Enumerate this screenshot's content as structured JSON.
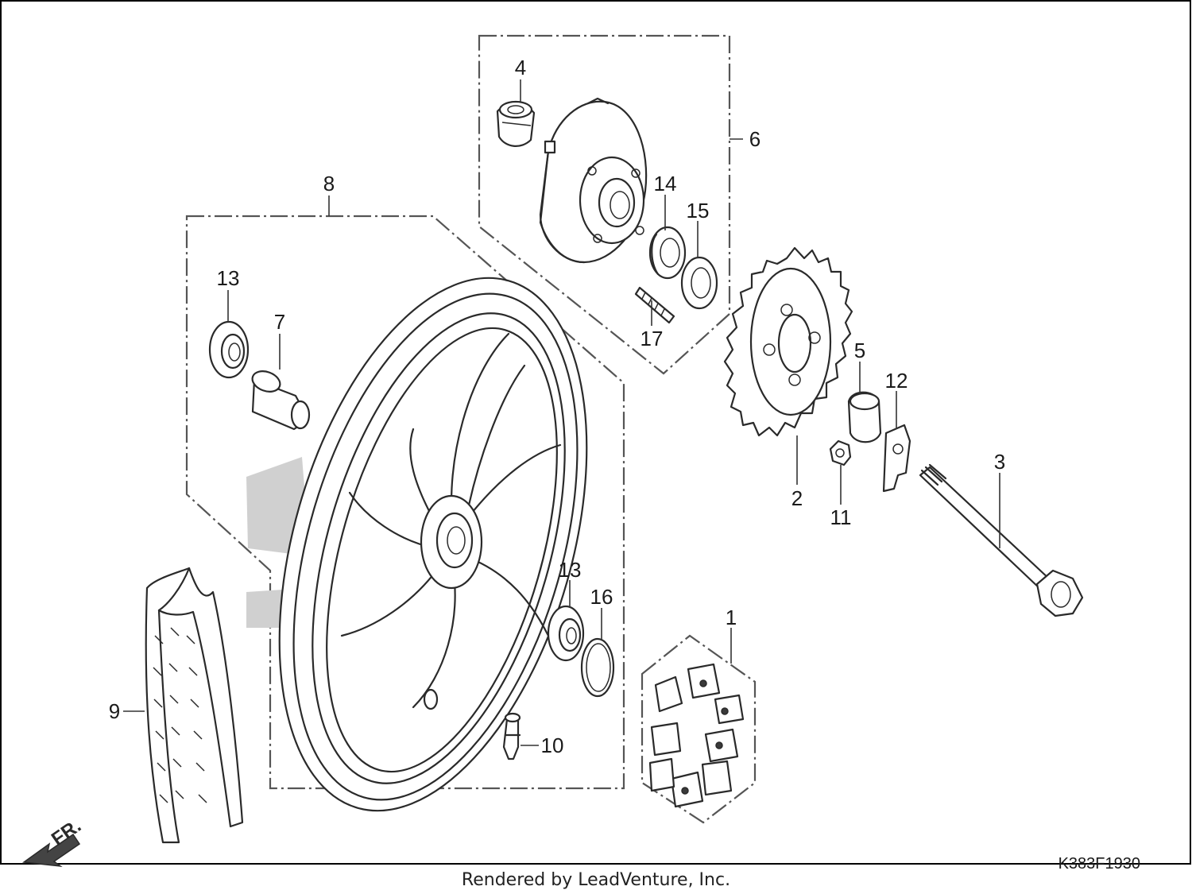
{
  "callouts": [
    {
      "id": "1",
      "label": "1"
    },
    {
      "id": "2",
      "label": "2"
    },
    {
      "id": "3",
      "label": "3"
    },
    {
      "id": "4",
      "label": "4"
    },
    {
      "id": "5",
      "label": "5"
    },
    {
      "id": "6",
      "label": "6"
    },
    {
      "id": "7",
      "label": "7"
    },
    {
      "id": "8",
      "label": "8"
    },
    {
      "id": "9",
      "label": "9"
    },
    {
      "id": "10",
      "label": "10"
    },
    {
      "id": "11",
      "label": "11"
    },
    {
      "id": "12",
      "label": "12"
    },
    {
      "id": "13a",
      "label": "13"
    },
    {
      "id": "13b",
      "label": "13"
    },
    {
      "id": "14",
      "label": "14"
    },
    {
      "id": "15",
      "label": "15"
    },
    {
      "id": "16",
      "label": "16"
    },
    {
      "id": "17",
      "label": "17"
    }
  ],
  "direction_marker": "FR.",
  "diagram_code": "K383F1930",
  "credit": "Rendered by LeadVenture, Inc.",
  "colors": {
    "line": "#2a2a2a",
    "background": "#ffffff",
    "border": "#000000"
  }
}
